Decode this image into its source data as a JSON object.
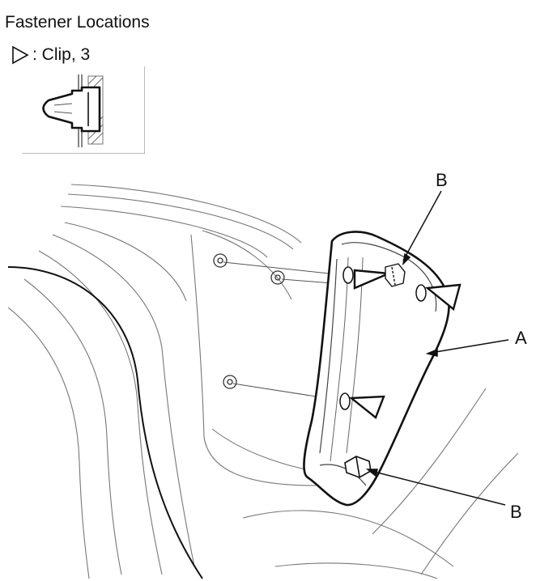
{
  "title": "Fastener Locations",
  "legend": {
    "icon": "clip-triangle-icon",
    "label": ": Clip, 3"
  },
  "callouts": {
    "b_top": "B",
    "a": "A",
    "b_bottom": "B"
  },
  "colors": {
    "line": "#111111",
    "thin_line": "#777777"
  }
}
